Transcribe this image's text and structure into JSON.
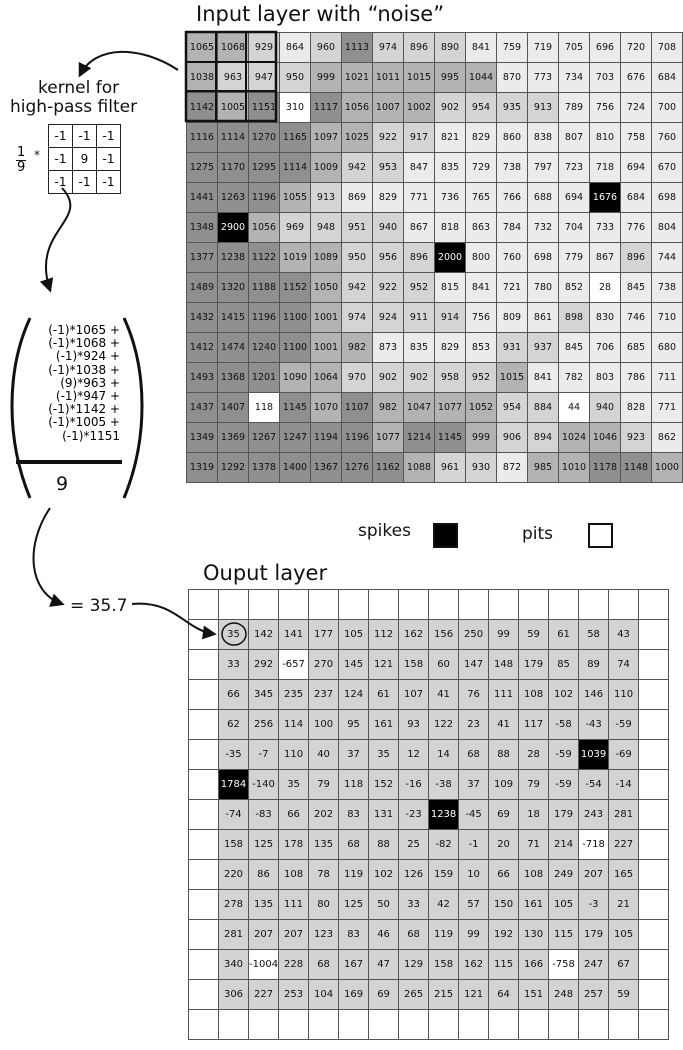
{
  "input_title": "Input layer with “noise”",
  "kernel_label_line1": "kernel for",
  "kernel_label_line2": "high-pass filter",
  "kernel_scale_num": "1",
  "kernel_scale_den": "9",
  "kernel_scale_op": "*",
  "kernel": [
    [
      "-1",
      "-1",
      "-1"
    ],
    [
      "-1",
      "9",
      "-1"
    ],
    [
      "-1",
      "-1",
      "-1"
    ]
  ],
  "formula_lines": [
    "(-1)*1065 +",
    "(-1)*1068 +",
    "(-1)*924 +",
    "(-1)*1038 +",
    "(9)*963 +",
    "(-1)*947 +",
    "(-1)*1142 +",
    "(-1)*1005 +",
    "(-1)*1151"
  ],
  "formula_denominator": "9",
  "result_text": "= 35.7",
  "legend": {
    "spikes": "spikes",
    "pits": "pits"
  },
  "output_title": "Ouput layer",
  "colors": {
    "black": "#000000",
    "dark": "#8f8f8f",
    "medium": "#b3b3b3",
    "light": "#d4d4d4",
    "verylight": "#ebebeb",
    "white": "#ffffff",
    "output_fill": "#d3d3d3"
  },
  "input_grid": [
    [
      "1065",
      "1068",
      "929",
      "864",
      "960",
      "1113",
      "974",
      "896",
      "890",
      "841",
      "759",
      "719",
      "705",
      "696",
      "720",
      "708"
    ],
    [
      "1038",
      "963",
      "947",
      "950",
      "999",
      "1021",
      "1011",
      "1015",
      "995",
      "1044",
      "870",
      "773",
      "734",
      "703",
      "676",
      "684"
    ],
    [
      "1142",
      "1005",
      "1151",
      "310",
      "1117",
      "1056",
      "1007",
      "1002",
      "902",
      "954",
      "935",
      "913",
      "789",
      "756",
      "724",
      "700"
    ],
    [
      "1116",
      "1114",
      "1270",
      "1165",
      "1097",
      "1025",
      "922",
      "917",
      "821",
      "829",
      "860",
      "838",
      "807",
      "810",
      "758",
      "760"
    ],
    [
      "1275",
      "1170",
      "1295",
      "1114",
      "1009",
      "942",
      "953",
      "847",
      "835",
      "729",
      "738",
      "797",
      "723",
      "718",
      "694",
      "670"
    ],
    [
      "1441",
      "1263",
      "1196",
      "1055",
      "913",
      "869",
      "829",
      "771",
      "736",
      "765",
      "766",
      "688",
      "694",
      "1676",
      "684",
      "698"
    ],
    [
      "1348",
      "2900",
      "1056",
      "969",
      "948",
      "951",
      "940",
      "867",
      "818",
      "863",
      "784",
      "732",
      "704",
      "733",
      "776",
      "804"
    ],
    [
      "1377",
      "1238",
      "1122",
      "1019",
      "1089",
      "950",
      "956",
      "896",
      "2000",
      "800",
      "760",
      "698",
      "779",
      "867",
      "896",
      "744"
    ],
    [
      "1489",
      "1320",
      "1188",
      "1152",
      "1050",
      "942",
      "922",
      "952",
      "815",
      "841",
      "721",
      "780",
      "852",
      "28",
      "845",
      "738"
    ],
    [
      "1432",
      "1415",
      "1196",
      "1100",
      "1001",
      "974",
      "924",
      "911",
      "914",
      "756",
      "809",
      "861",
      "898",
      "830",
      "746",
      "710"
    ],
    [
      "1412",
      "1474",
      "1240",
      "1100",
      "1001",
      "982",
      "873",
      "835",
      "829",
      "853",
      "931",
      "937",
      "845",
      "706",
      "685",
      "680"
    ],
    [
      "1493",
      "1368",
      "1201",
      "1090",
      "1064",
      "970",
      "902",
      "902",
      "958",
      "952",
      "1015",
      "841",
      "782",
      "803",
      "786",
      "711"
    ],
    [
      "1437",
      "1407",
      "118",
      "1145",
      "1070",
      "1107",
      "982",
      "1047",
      "1077",
      "1052",
      "954",
      "884",
      "44",
      "940",
      "828",
      "771"
    ],
    [
      "1349",
      "1369",
      "1267",
      "1247",
      "1194",
      "1196",
      "1077",
      "1214",
      "1145",
      "999",
      "906",
      "894",
      "1024",
      "1046",
      "923",
      "862"
    ],
    [
      "1319",
      "1292",
      "1378",
      "1400",
      "1367",
      "1276",
      "1162",
      "1088",
      "961",
      "930",
      "872",
      "985",
      "1010",
      "1178",
      "1148",
      "1000"
    ]
  ],
  "output_grid": [
    [
      "35",
      "142",
      "141",
      "177",
      "105",
      "112",
      "162",
      "156",
      "250",
      "99",
      "59",
      "61",
      "58",
      "43"
    ],
    [
      "33",
      "292",
      "-657",
      "270",
      "145",
      "121",
      "158",
      "60",
      "147",
      "148",
      "179",
      "85",
      "89",
      "74"
    ],
    [
      "66",
      "345",
      "235",
      "237",
      "124",
      "61",
      "107",
      "41",
      "76",
      "111",
      "108",
      "102",
      "146",
      "110"
    ],
    [
      "62",
      "256",
      "114",
      "100",
      "95",
      "161",
      "93",
      "122",
      "23",
      "41",
      "117",
      "-58",
      "-43",
      "-59"
    ],
    [
      "-35",
      "-7",
      "110",
      "40",
      "37",
      "35",
      "12",
      "14",
      "68",
      "88",
      "28",
      "-59",
      "1039",
      "-69"
    ],
    [
      "1784",
      "-140",
      "35",
      "79",
      "118",
      "152",
      "-16",
      "-38",
      "37",
      "109",
      "79",
      "-59",
      "-54",
      "-14"
    ],
    [
      "-74",
      "-83",
      "66",
      "202",
      "83",
      "131",
      "-23",
      "1238",
      "-45",
      "69",
      "18",
      "179",
      "243",
      "281"
    ],
    [
      "158",
      "125",
      "178",
      "135",
      "68",
      "88",
      "25",
      "-82",
      "-1",
      "20",
      "71",
      "214",
      "-718",
      "227"
    ],
    [
      "220",
      "86",
      "108",
      "78",
      "119",
      "102",
      "126",
      "159",
      "10",
      "66",
      "108",
      "249",
      "207",
      "165"
    ],
    [
      "278",
      "135",
      "111",
      "80",
      "125",
      "50",
      "33",
      "42",
      "57",
      "150",
      "161",
      "105",
      "-3",
      "21"
    ],
    [
      "281",
      "207",
      "207",
      "123",
      "83",
      "46",
      "68",
      "119",
      "99",
      "192",
      "130",
      "115",
      "179",
      "105"
    ],
    [
      "340",
      "-1004",
      "228",
      "68",
      "167",
      "47",
      "129",
      "158",
      "162",
      "115",
      "166",
      "-758",
      "247",
      "67"
    ],
    [
      "306",
      "227",
      "253",
      "104",
      "169",
      "69",
      "265",
      "215",
      "121",
      "64",
      "151",
      "248",
      "257",
      "59"
    ]
  ]
}
